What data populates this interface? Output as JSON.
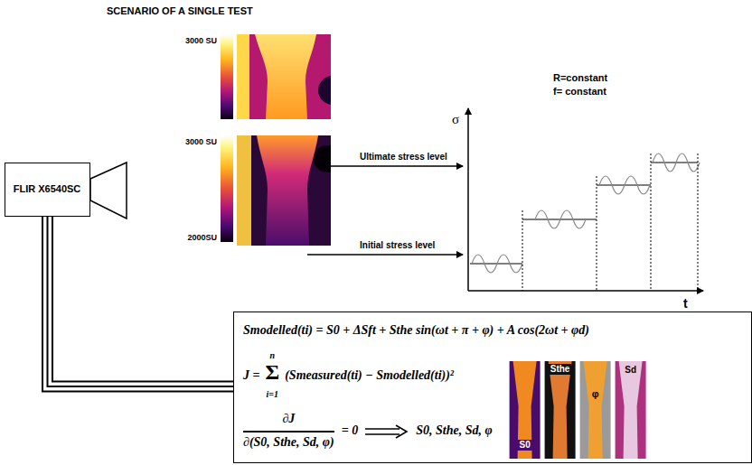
{
  "diagram": {
    "title": "SCENARIO OF A SINGLE TEST",
    "nodes": [
      {
        "text": [
          "FLIR X6540SC"
        ]
      },
      {
        "text": [
          "Smodelled(ti) = S0 + ΔSft + Sthe sin(ωt + π + φ) + A cos(2ωt + φd)",
          "J =",
          "n",
          "Σ",
          "i=1",
          "(Smeasured(ti) − Smodelled(ti))²",
          "∂J",
          "∂(S0, Sthe, Sd, φ)",
          "= 0",
          "S0, Sthe, Sd, φ"
        ]
      }
    ],
    "edges": [
      {
        "from": 0,
        "to": 1,
        "arrow": "none"
      }
    ],
    "labels": [
      "3000 SU",
      "3000 SU",
      "2000SU",
      "Ultimate stress level",
      "Initial stress level",
      "R=constant",
      "f= constant",
      "σ",
      "t",
      "S0",
      "Sthe",
      "φ",
      "Sd"
    ]
  }
}
